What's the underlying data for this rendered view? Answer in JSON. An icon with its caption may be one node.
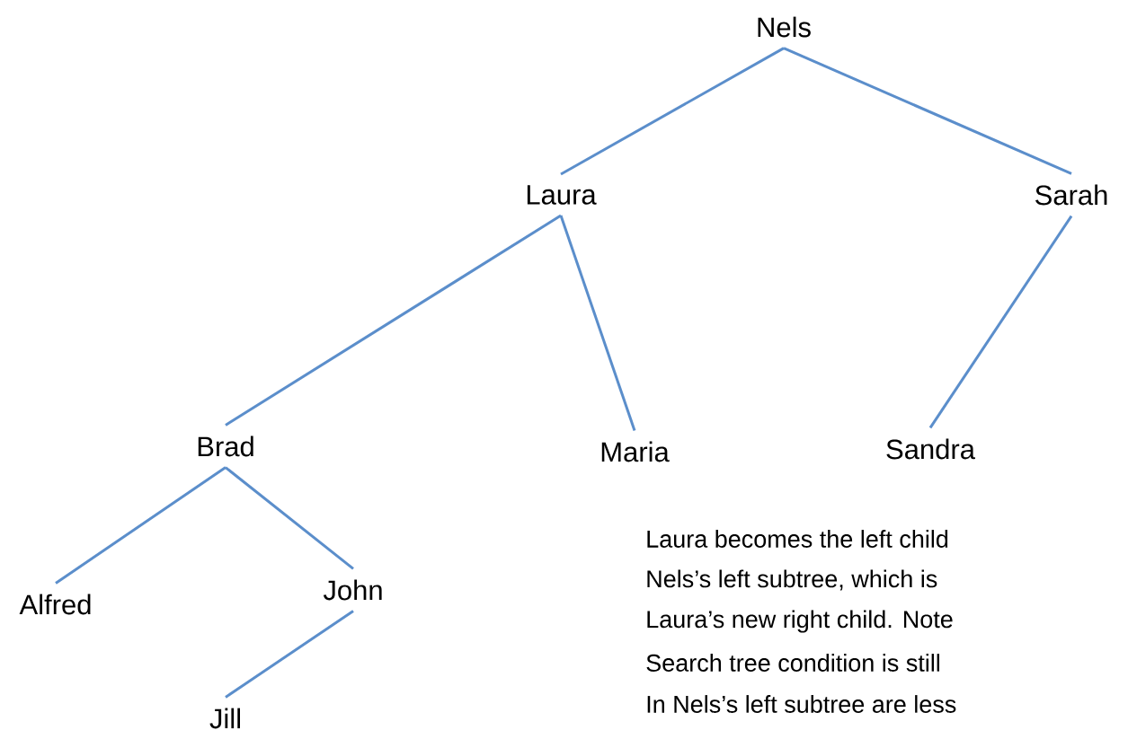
{
  "diagram": {
    "nodes": [
      {
        "text": [
          "Nels"
        ]
      },
      {
        "text": [
          "Laura"
        ]
      },
      {
        "text": [
          "Sarah"
        ]
      },
      {
        "text": [
          "Brad"
        ]
      },
      {
        "text": [
          "Maria"
        ]
      },
      {
        "text": [
          "Sandra"
        ]
      },
      {
        "text": [
          "Alfred"
        ]
      },
      {
        "text": [
          "John"
        ]
      },
      {
        "text": [
          "Jill"
        ]
      }
    ],
    "edges": [
      {
        "from": 0,
        "to": 1,
        "arrow": "none"
      },
      {
        "from": 0,
        "to": 2,
        "arrow": "none"
      },
      {
        "from": 1,
        "to": 3,
        "arrow": "none"
      },
      {
        "from": 1,
        "to": 4,
        "arrow": "none"
      },
      {
        "from": 2,
        "to": 5,
        "arrow": "none"
      },
      {
        "from": 3,
        "to": 6,
        "arrow": "none"
      },
      {
        "from": 3,
        "to": 7,
        "arrow": "none"
      },
      {
        "from": 7,
        "to": 8,
        "arrow": "none"
      }
    ],
    "labels": [
      "Laura becomes the left child",
      "Nels’s left subtree, which is",
      "Laura’s new right child. Note",
      "Search tree condition is still",
      "In Nels’s left subtree are less"
    ]
  }
}
